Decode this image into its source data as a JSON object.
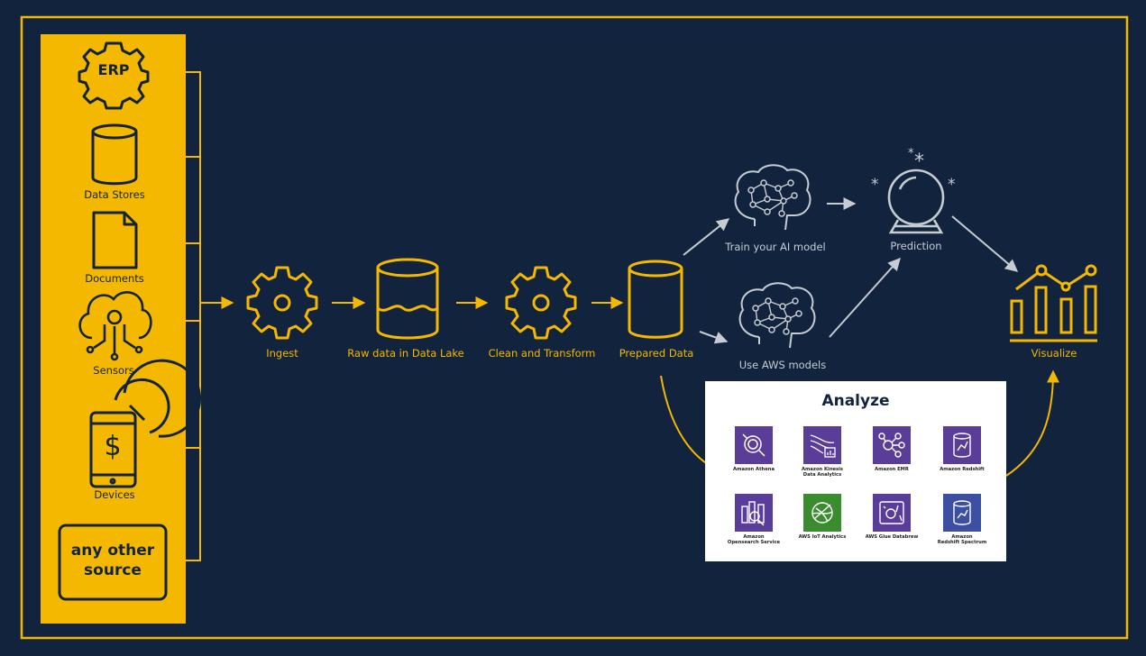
{
  "sources": {
    "erp_label": "ERP",
    "data_stores_label": "Data Stores",
    "documents_label": "Documents",
    "sensors_label": "Sensors",
    "currency_symbol": "$",
    "devices_label": "Devices",
    "other_label": "any other\nsource"
  },
  "pipeline": {
    "ingest_label": "Ingest",
    "raw_label": "Raw data in Data Lake",
    "clean_label": "Clean and Transform",
    "prepared_label": "Prepared Data",
    "train_label": "Train your AI model",
    "aws_models_label": "Use AWS models",
    "prediction_label": "Prediction",
    "visualize_label": "Visualize"
  },
  "analyze": {
    "title": "Analyze",
    "services": [
      {
        "name": "Amazon Athena",
        "color": "#5a3d99"
      },
      {
        "name": "Amazon Kinesis\nData Analytics",
        "color": "#5a3d99"
      },
      {
        "name": "Amazon EMR",
        "color": "#5a3d99"
      },
      {
        "name": "Amazon Redshift",
        "color": "#5a3d99"
      },
      {
        "name": "Amazon\nOpensearch Service",
        "color": "#5a3d99"
      },
      {
        "name": "AWS IoT Analytics",
        "color": "#3a8c2f"
      },
      {
        "name": "AWS Glue Databrew",
        "color": "#5a3d99"
      },
      {
        "name": "Amazon\nRedshift Spectrum",
        "color": "#3c4fa3"
      }
    ]
  },
  "colors": {
    "background": "#12243d",
    "accent": "#f5b800",
    "muted": "#c7ccd3"
  }
}
